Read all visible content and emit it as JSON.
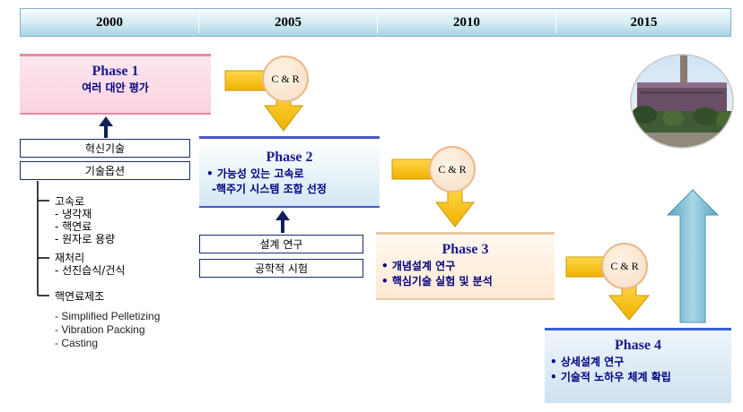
{
  "timeline": {
    "years": [
      "2000",
      "2005",
      "2010",
      "2015"
    ]
  },
  "phase1": {
    "title": "Phase 1",
    "line1": "여러 대안 평가"
  },
  "phase1_boxes": [
    "혁신기술",
    "기술옵션"
  ],
  "phase2": {
    "title": "Phase 2",
    "line1": "• 가능성 있는 고속로",
    "line2": "-핵주기 시스템 조합 선정"
  },
  "phase2_boxes": [
    "설계 연구",
    "공학적 시험"
  ],
  "phase3": {
    "title": "Phase 3",
    "line1": "• 개념설계 연구",
    "line2": "• 핵심기술 실험 및 분석"
  },
  "phase4": {
    "title": "Phase 4",
    "line1": "• 상세설계 연구",
    "line2": "• 기술적 노하우 체계 확립"
  },
  "cr_label": "C & R",
  "tree": {
    "group1_title": "고속로",
    "group1_items": [
      "- 냉각재",
      "- 핵연료",
      "- 원자로 용량"
    ],
    "group2_title": "재처리",
    "group2_items": [
      "- 선진습식/건식"
    ],
    "group3_title": "핵연료제조",
    "group3_items": [
      "- Simplified Pelletizing",
      "- Vibration Packing",
      "- Casting"
    ]
  },
  "colors": {
    "arrow_yellow": "#ffc000",
    "arrow_blue": "#7bbcd3"
  },
  "icons": {
    "plant_image": "power-plant-photo"
  }
}
